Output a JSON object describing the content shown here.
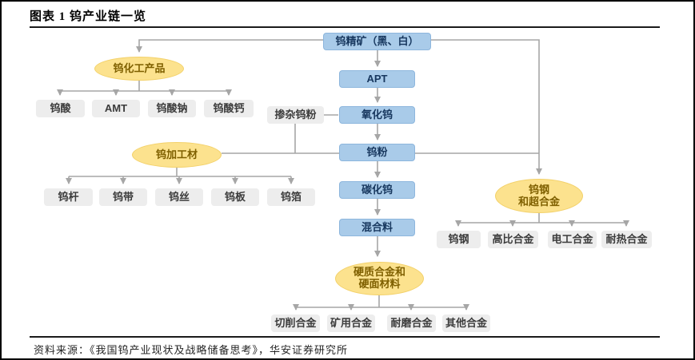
{
  "figure": {
    "title": "图表 1 钨产业链一览",
    "source": "资料来源：《我国钨产业现状及战略储备思考》，华安证券研究所"
  },
  "colors": {
    "process_box_fill": "#A9CBE9",
    "process_box_text": "#17375E",
    "category_ellipse_fill": "#FCE28E",
    "category_ellipse_text": "#7F6000",
    "product_box_fill": "#EDEDED",
    "product_box_text": "#3B3B3B",
    "connector_line": "#A6A6A6",
    "rule_line": "#1A1A1A"
  },
  "nodes": {
    "concentrate": "钨精矿（黑、白）",
    "apt": "APT",
    "oxide": "氧化钨",
    "doped_powder": "掺杂钨粉",
    "powder": "钨粉",
    "carbide": "碳化钨",
    "mixture": "混合料",
    "chem": {
      "label": "钨化工产品",
      "children": [
        "钨酸",
        "AMT",
        "钨酸钠",
        "钨酸钙"
      ]
    },
    "processed": {
      "label": "钨加工材",
      "children": [
        "钨杆",
        "钨带",
        "钨丝",
        "钨板",
        "钨箔"
      ]
    },
    "steel": {
      "label": "钨钢\n和超合金",
      "children": [
        "钨钢",
        "高比合金",
        "电工合金",
        "耐热合金"
      ]
    },
    "hard": {
      "label": "硬质合金和\n硬面材料",
      "children": [
        "切削合金",
        "矿用合金",
        "耐磨合金",
        "其他合金"
      ]
    }
  }
}
